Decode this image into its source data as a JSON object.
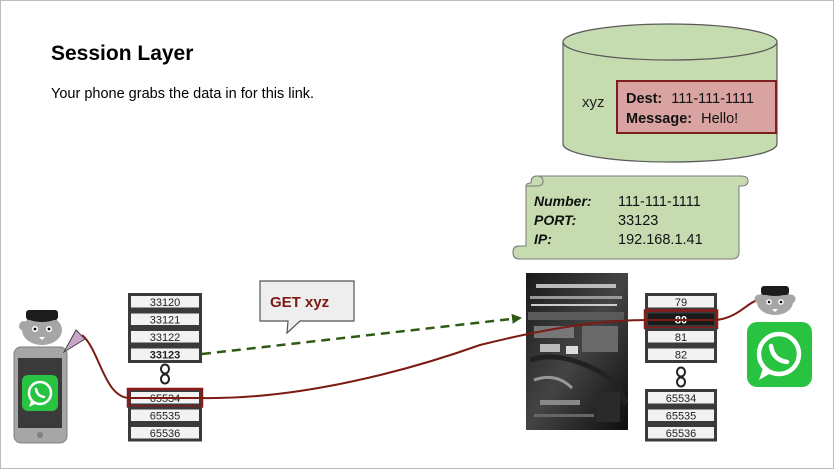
{
  "slide": {
    "title": "Session Layer",
    "subtitle": "Your phone grabs the data in for this link."
  },
  "database": {
    "key": "xyz",
    "dest_label": "Dest:",
    "dest_value": "111-111-1111",
    "message_label": "Message:",
    "message_value": "Hello!"
  },
  "scroll": {
    "rows": [
      {
        "label": "Number:",
        "value": "111-111-1111"
      },
      {
        "label": "PORT:",
        "value": "33123"
      },
      {
        "label": "IP:",
        "value": "192.168.1.41"
      }
    ]
  },
  "callout": {
    "text": "GET xyz"
  },
  "client_ports": {
    "top": [
      "33120",
      "33121",
      "33122",
      "33123"
    ],
    "bottom": [
      "65534",
      "65535",
      "65536"
    ]
  },
  "server_ports": {
    "top": [
      "79",
      "80",
      "81",
      "82"
    ],
    "bottom": [
      "65534",
      "65535",
      "65536"
    ]
  },
  "colors": {
    "db_fill": "#c5dbb0",
    "scroll_fill": "#c6dcb0",
    "db_note_fill": "#d8a3a0",
    "db_note_border": "#7a2020",
    "connection_line": "#7b1b14",
    "request_arrow": "#2f5a14",
    "highlight_border": "#8b1a1a",
    "whatsapp_green": "#27c341"
  },
  "icons": {
    "client_device": "smartphone-icon",
    "client_app": "whatsapp-icon",
    "server_app": "whatsapp-icon",
    "mascot": "gopher-mascot-icon",
    "server_photo": "server-rack-image"
  }
}
